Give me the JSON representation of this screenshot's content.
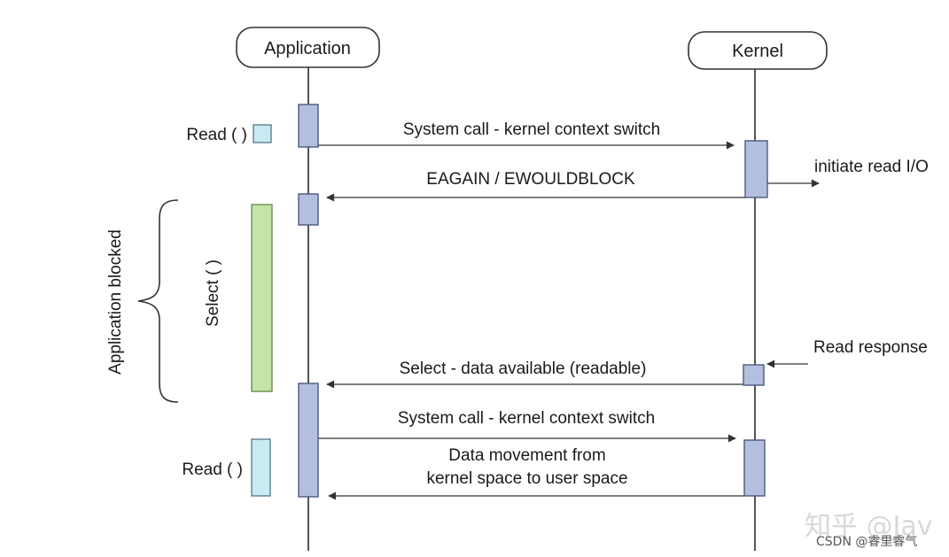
{
  "lanes": {
    "application": "Application",
    "kernel": "Kernel"
  },
  "messages": {
    "syscall_1": "System call - kernel context switch",
    "eagain": "EAGAIN / EWOULDBLOCK",
    "select_available": "Select - data available (readable)",
    "syscall_2": "System call - kernel context switch",
    "data_movement_line1": "Data movement from",
    "data_movement_line2": "kernel space to user space"
  },
  "annotations": {
    "initiate_read": "initiate read I/O",
    "read_response": "Read response",
    "read_1": "Read ( )",
    "read_2": "Read ( )",
    "select": "Select ( )",
    "application_blocked": "Application blocked"
  },
  "watermark": {
    "text": "知乎 @Jav",
    "credit": "CSDN @睿里睿气"
  },
  "colors": {
    "activation": "#b4bfe0",
    "activation_stroke": "#4a5a80",
    "read_legend": "#c8eaf2",
    "select_legend": "#c5e5a8",
    "line": "#555555"
  }
}
